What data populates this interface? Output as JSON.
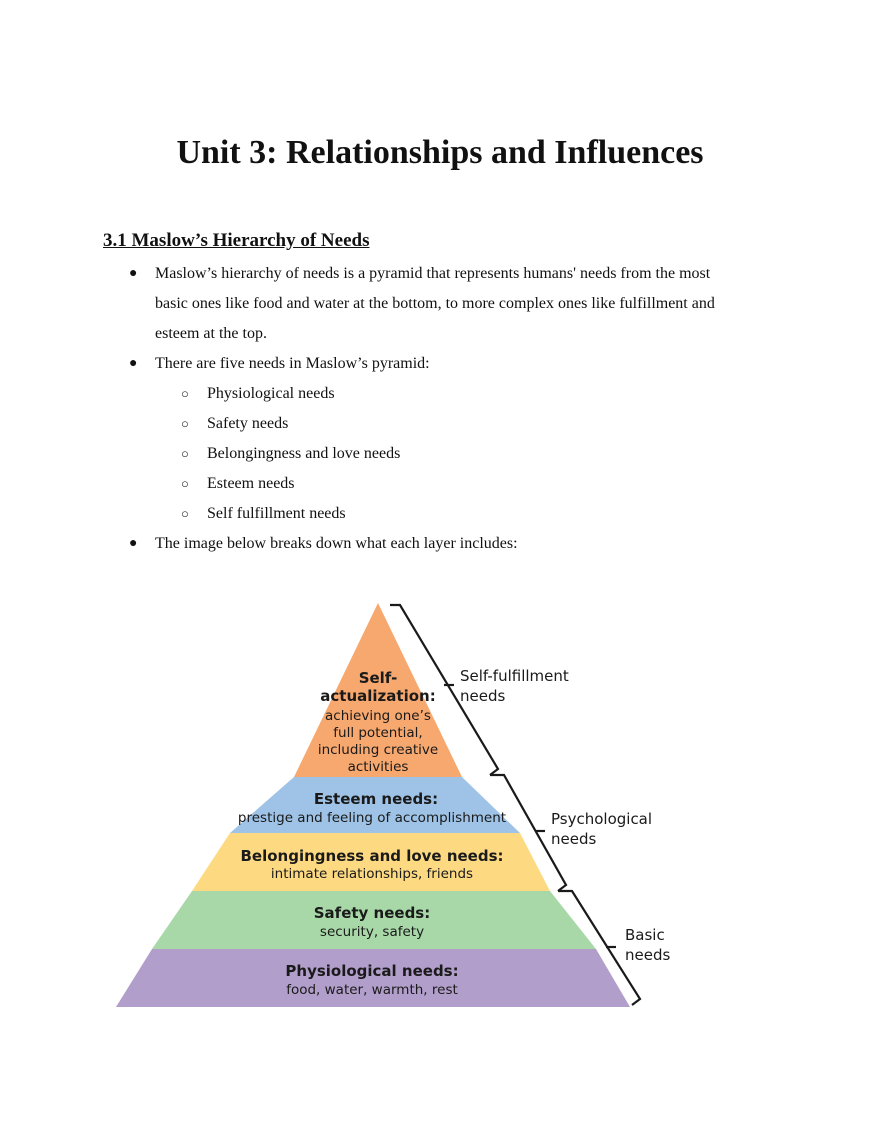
{
  "document": {
    "title": "Unit 3: Relationships and Influences",
    "section_heading": "3.1 Maslow’s Hierarchy of Needs",
    "bullets": {
      "b1_line1": "Maslow’s hierarchy of needs is a pyramid that represents humans' needs from the most",
      "b1_line2": "basic ones like food and water at the bottom, to more complex ones like fulfillment and",
      "b1_line3": "esteem at the top.",
      "b2": "There are five needs in Maslow’s pyramid:",
      "b3": "The image below breaks down what each layer includes:"
    },
    "sub_bullets": [
      "Physiological needs",
      "Safety needs",
      "Belongingness and love needs",
      "Esteem needs",
      "Self fulfillment needs"
    ],
    "markers": {
      "bullet": "●",
      "sub": "○"
    }
  },
  "pyramid": {
    "colors": {
      "self_actualization": "#f7a86f",
      "esteem": "#9ec3e6",
      "belonging": "#fdd982",
      "safety": "#a8d8a8",
      "physiological": "#b29ecb"
    },
    "layers": {
      "self": {
        "title_line1": "Self-",
        "title_line2": "actualization:",
        "desc_line1": "achieving one’s",
        "desc_line2": "full potential,",
        "desc_line3": "including creative",
        "desc_line4": "activities"
      },
      "esteem": {
        "title": "Esteem needs:",
        "desc": "prestige and feeling of accomplishment"
      },
      "belonging": {
        "title": "Belongingness and love needs:",
        "desc": "intimate relationships, friends"
      },
      "safety": {
        "title": "Safety needs:",
        "desc": "security, safety"
      },
      "physiological": {
        "title": "Physiological needs:",
        "desc": "food, water, warmth, rest"
      }
    },
    "groups": {
      "self_fulfillment_line1": "Self-fulfillment",
      "self_fulfillment_line2": "needs",
      "psychological_line1": "Psychological",
      "psychological_line2": "needs",
      "basic_line1": "Basic",
      "basic_line2": "needs"
    }
  }
}
